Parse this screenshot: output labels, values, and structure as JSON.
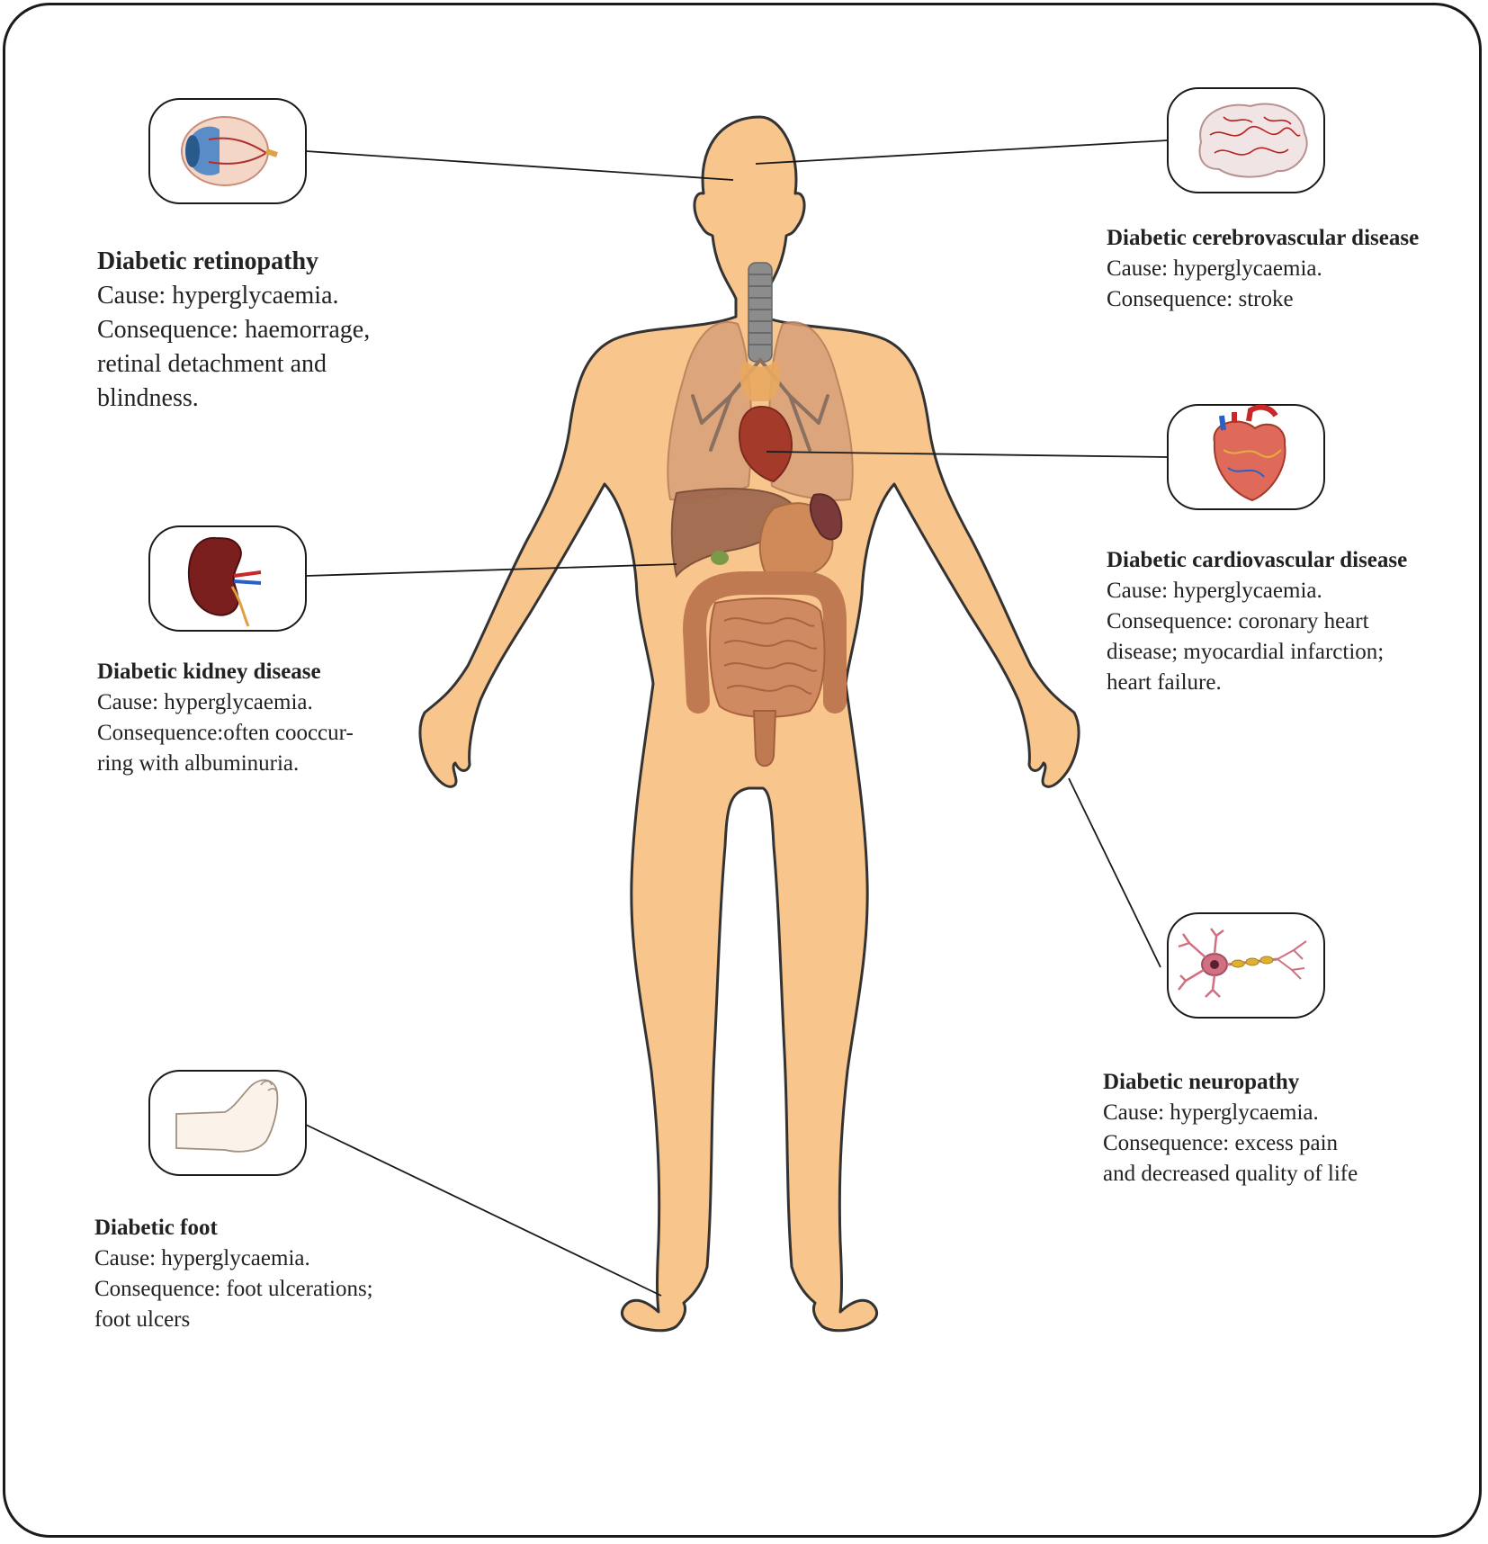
{
  "colors": {
    "skin": "#f8c58c",
    "outline": "#333333",
    "organ_red": "#b5523a",
    "intestine": "#c97a52",
    "lung": "#d9a07a",
    "callout_stroke": "#1a1a1a"
  },
  "icons": [
    "eye-icon",
    "brain-icon",
    "kidney-icon",
    "heart-icon",
    "neuron-icon",
    "foot-icon"
  ],
  "callouts": {
    "retinopathy": {
      "title": "Diabetic retinopathy",
      "lines": [
        "Cause: hyperglycaemia.",
        "Consequence: haemorrage,",
        "retinal detachment and",
        "blindness."
      ]
    },
    "cerebrovascular": {
      "title": "Diabetic cerebrovascular disease",
      "lines": [
        "Cause: hyperglycaemia.",
        "Consequence:  stroke"
      ]
    },
    "kidney": {
      "title": "Diabetic kidney disease",
      "lines": [
        "Cause: hyperglycaemia.",
        "Consequence:often cooccur-",
        "ring with albuminuria."
      ]
    },
    "cardiovascular": {
      "title": "Diabetic cardiovascular disease",
      "lines": [
        "Cause: hyperglycaemia.",
        "Consequence: coronary heart",
        "disease; myocardial infarction;",
        "heart failure."
      ]
    },
    "neuropathy": {
      "title": "Diabetic neuropathy",
      "lines": [
        "Cause: hyperglycaemia.",
        "Consequence: excess pain",
        "and decreased quality of life"
      ]
    },
    "foot": {
      "title": "Diabetic foot",
      "lines": [
        "Cause: hyperglycaemia.",
        "Consequence: foot ulcerations;",
        "foot ulcers"
      ]
    }
  }
}
